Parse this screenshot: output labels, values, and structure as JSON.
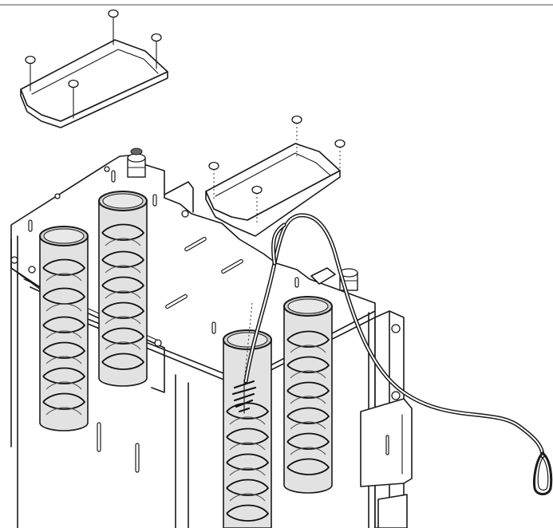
{
  "figure": {
    "colors": {
      "line": "#1a1a1a",
      "tube_fill": "#e2e2e2",
      "background": "#ffffff",
      "top_rule": "#888888"
    },
    "parts": [
      "cover-plate",
      "cover-plate",
      "mounting-screw",
      "heating-coil-tube",
      "cleaning-brush",
      "flexible-cable",
      "cable-loop-handle",
      "cable-gland",
      "side-bracket"
    ]
  }
}
